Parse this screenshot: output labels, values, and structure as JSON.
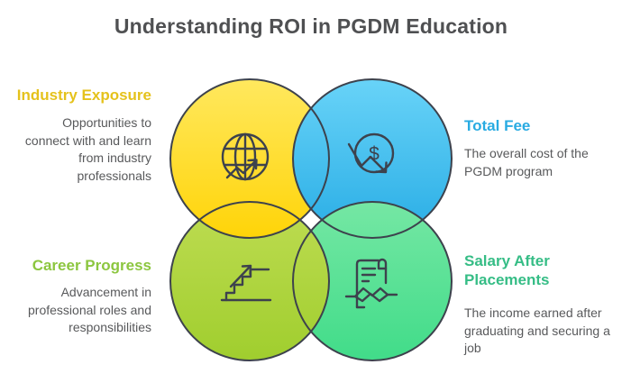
{
  "title": "Understanding ROI in PGDM Education",
  "diagram": {
    "quadrants": [
      {
        "id": "industry-exposure",
        "label": "Industry Exposure",
        "description": "Opportunities to connect with and learn from industry professionals",
        "label_color": "#e5c21c",
        "circle_gradient_top": "#ffe85e",
        "circle_gradient_bottom": "#ffd408",
        "icon": "globe-trend-icon"
      },
      {
        "id": "total-fee",
        "label": "Total Fee",
        "description": "The overall cost of the PGDM program",
        "label_color": "#29abe2",
        "circle_gradient_top": "#68d3f8",
        "circle_gradient_bottom": "#29ade5",
        "icon": "dollar-decrease-icon"
      },
      {
        "id": "career-progress",
        "label": "Career Progress",
        "description": "Advancement in professional roles and responsibilities",
        "label_color": "#8cc63f",
        "circle_gradient_top": "#bedc52",
        "circle_gradient_bottom": "#a0ce2e",
        "icon": "stairs-up-icon"
      },
      {
        "id": "salary-after-placements",
        "label": "Salary After Placements",
        "description": "The income earned after graduating and securing a job",
        "label_color": "#36bd86",
        "circle_gradient_top": "#75e7a4",
        "circle_gradient_bottom": "#41dc89",
        "icon": "contract-handshake-icon"
      }
    ],
    "outline_color": "#3d424d",
    "title_color": "#4f5052",
    "body_text_color": "#58595b"
  },
  "icons": {
    "dollar_glyph": "$"
  }
}
